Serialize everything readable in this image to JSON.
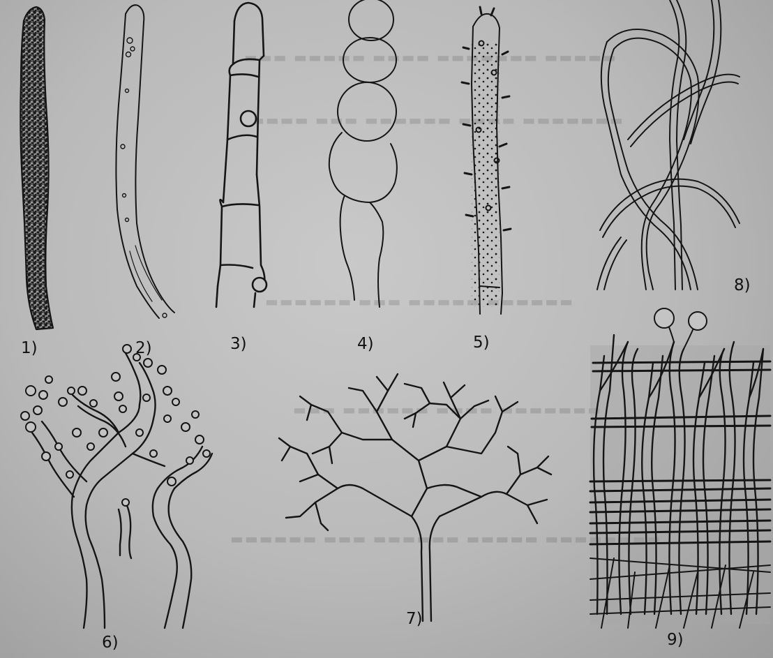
{
  "figures": [
    {
      "id": 1,
      "label": "1)"
    },
    {
      "id": 2,
      "label": "2)"
    },
    {
      "id": 3,
      "label": "3)"
    },
    {
      "id": 4,
      "label": "4)"
    },
    {
      "id": 5,
      "label": "5)"
    },
    {
      "id": 6,
      "label": "6)"
    },
    {
      "id": 7,
      "label": "7)"
    },
    {
      "id": 8,
      "label": "8)"
    },
    {
      "id": 9,
      "label": "9)"
    }
  ],
  "colors": {
    "paper": "#c2c2c2",
    "ink": "#151515"
  }
}
